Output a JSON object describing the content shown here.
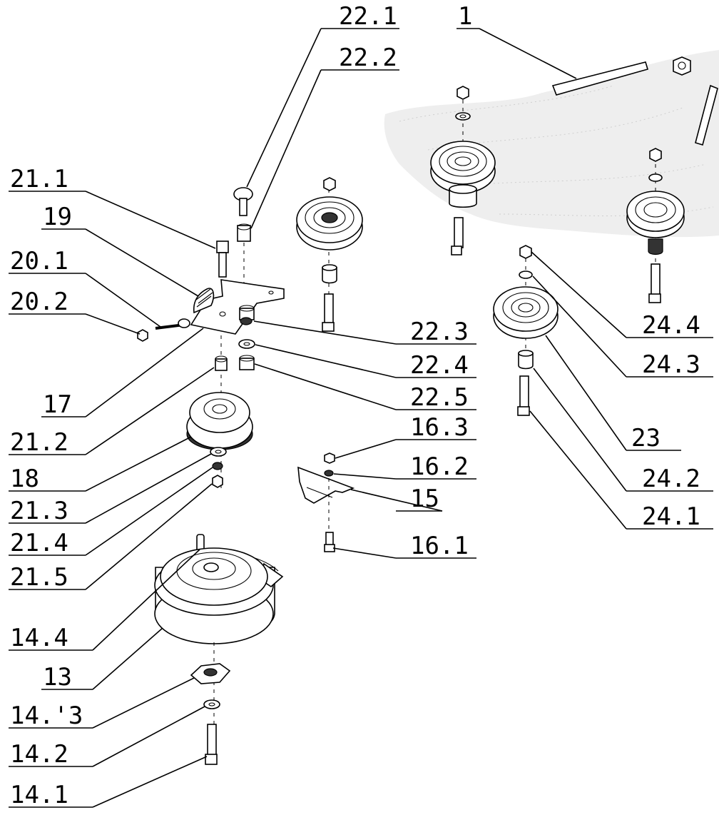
{
  "labels": {
    "l_1": "1",
    "l_22_1": "22.1",
    "l_22_2": "22.2",
    "l_21_1": "21.1",
    "l_19": "19",
    "l_20_1": "20.1",
    "l_20_2": "20.2",
    "l_22_3": "22.3",
    "l_22_4": "22.4",
    "l_22_5": "22.5",
    "l_17": "17",
    "l_21_2": "21.2",
    "l_18": "18",
    "l_21_3": "21.3",
    "l_21_4": "21.4",
    "l_21_5": "21.5",
    "l_16_3": "16.3",
    "l_16_2": "16.2",
    "l_15": "15",
    "l_16_1": "16.1",
    "l_24_4": "24.4",
    "l_24_3": "24.3",
    "l_23": "23",
    "l_24_2": "24.2",
    "l_24_1": "24.1",
    "l_14_4": "14.4",
    "l_13": "13",
    "l_14_3": "14.'3",
    "l_14_2": "14.2",
    "l_14_1": "14.1"
  }
}
